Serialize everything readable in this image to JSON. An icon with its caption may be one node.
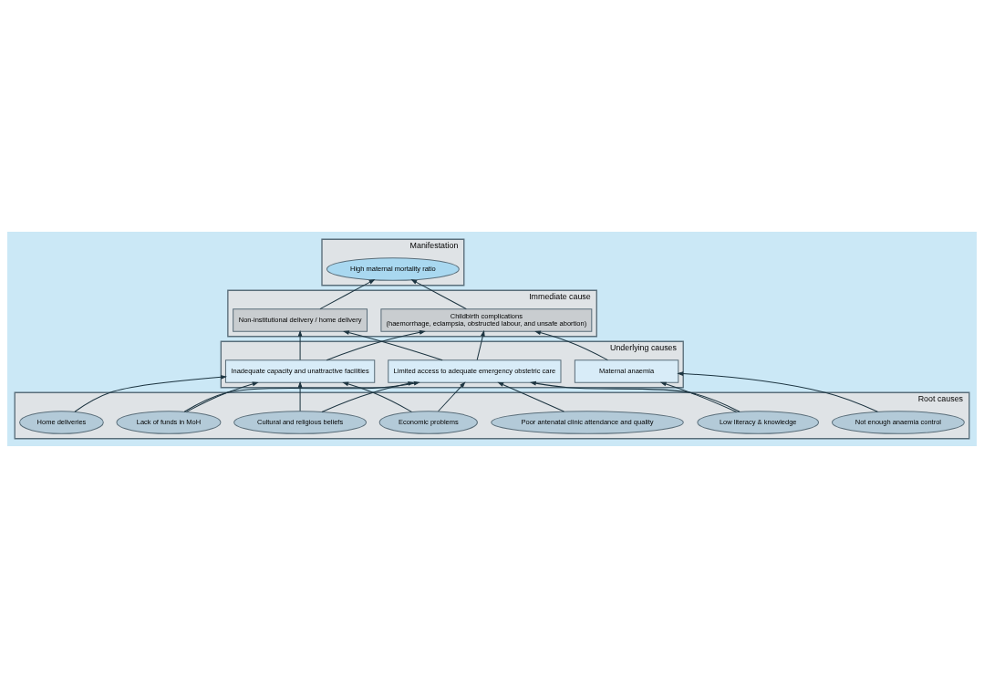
{
  "diagram": {
    "nodes": [
      {
        "text": [
          "Manifestation"
        ]
      },
      {
        "text": [
          "High maternal mortality ratio"
        ],
        "in": 0
      },
      {
        "text": [
          "Immediate cause"
        ]
      },
      {
        "text": [
          "Childbirth complications",
          "(haemorrhage, eclampsia, obstructed labour, and unsafe abortion)"
        ],
        "in": 2
      },
      {
        "text": [
          "Non-institutional delivery / home delivery"
        ],
        "in": 2
      },
      {
        "text": [
          "Underlying causes"
        ]
      },
      {
        "text": [
          "Maternal anaemia"
        ],
        "in": 5
      },
      {
        "text": [
          "Limited access to adequate emergency obstetric care"
        ],
        "in": 5
      },
      {
        "text": [
          "Inadequate capacity and unattractive facilities"
        ],
        "in": 5
      },
      {
        "text": [
          "Root causes"
        ]
      },
      {
        "text": [
          "Low literacy & knowledge"
        ],
        "in": 9
      },
      {
        "text": [
          "Lack of funds in MoH"
        ],
        "in": 9
      },
      {
        "text": [
          "Poor antenatal clinic attendance and quality"
        ],
        "in": 9
      },
      {
        "text": [
          "Cultural and religious beliefs"
        ],
        "in": 9
      },
      {
        "text": [
          "Home deliveries"
        ],
        "in": 9
      },
      {
        "text": [
          "Not enough anaemia control"
        ],
        "in": 9
      },
      {
        "text": [
          "Economic problems"
        ],
        "in": 9
      }
    ],
    "edges": [
      {
        "from": 3,
        "to": 1,
        "arrow": "to"
      },
      {
        "from": 4,
        "to": 1,
        "arrow": "to"
      },
      {
        "from": 6,
        "to": 3,
        "arrow": "to"
      },
      {
        "from": 7,
        "to": 3,
        "arrow": "to"
      },
      {
        "from": 8,
        "to": 3,
        "arrow": "to"
      },
      {
        "from": 7,
        "to": 4,
        "arrow": "to"
      },
      {
        "from": 8,
        "to": 4,
        "arrow": "to"
      },
      {
        "from": 10,
        "to": 6,
        "arrow": "to"
      },
      {
        "from": 15,
        "to": 6,
        "arrow": "to"
      },
      {
        "from": 10,
        "to": 7,
        "arrow": "to"
      },
      {
        "from": 13,
        "to": 7,
        "arrow": "to"
      },
      {
        "from": 12,
        "to": 7,
        "arrow": "to"
      },
      {
        "from": 16,
        "to": 7,
        "arrow": "to"
      },
      {
        "from": 11,
        "to": 7,
        "arrow": "to"
      },
      {
        "from": 13,
        "to": 8,
        "arrow": "to"
      },
      {
        "from": 11,
        "to": 8,
        "arrow": "to"
      },
      {
        "from": 16,
        "to": 8,
        "arrow": "to"
      },
      {
        "from": 14,
        "to": 8,
        "arrow": "to"
      }
    ]
  }
}
